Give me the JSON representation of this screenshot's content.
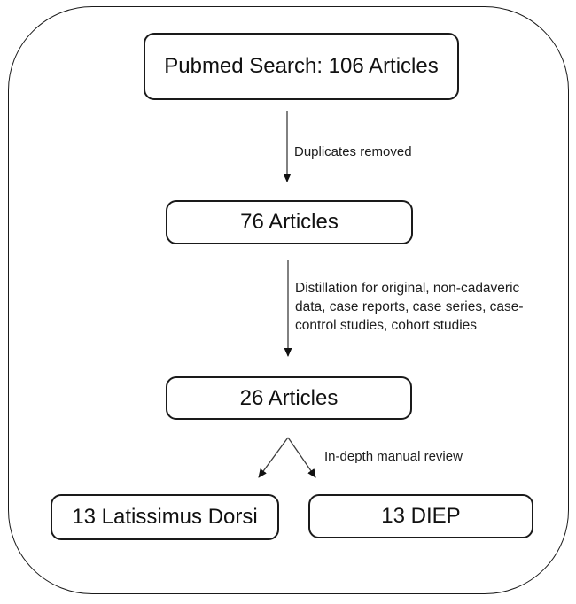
{
  "diagram": {
    "background": "#ffffff",
    "stroke_color": "#1a1a1a",
    "arrow_color": "#3d3d3d",
    "nodes": {
      "pubmed_search": {
        "label": "Pubmed Search: 106 Articles"
      },
      "articles_76": {
        "label": "76 Articles"
      },
      "articles_26": {
        "label": "26 Articles"
      },
      "latissimus": {
        "label": "13 Latissimus Dorsi"
      },
      "diep": {
        "label": "13 DIEP"
      }
    },
    "edge_labels": {
      "duplicates": "Duplicates removed",
      "distillation": "Distillation for original, non-cadaveric data, case reports, case series, case-control studies, cohort studies",
      "review": "In-depth manual review"
    }
  }
}
